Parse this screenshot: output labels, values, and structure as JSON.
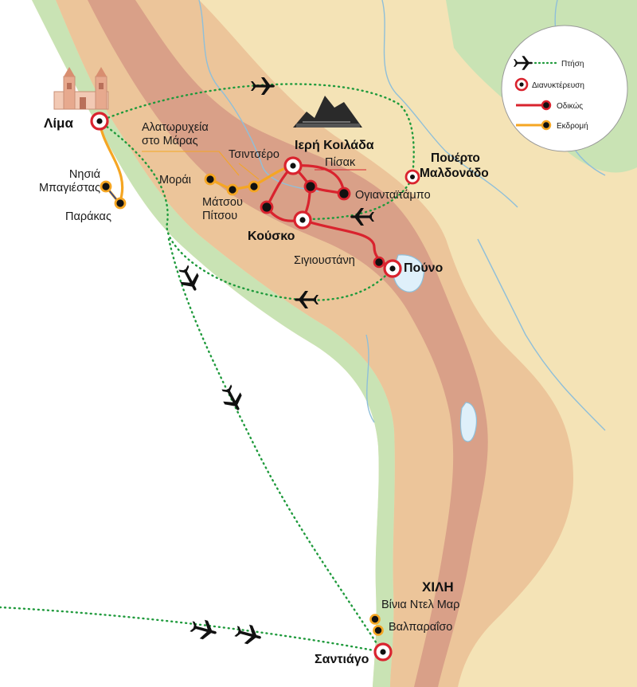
{
  "colors": {
    "ocean": "#ffffff",
    "coast": "#c9e3b4",
    "lowland": "#f4e3b6",
    "highland": "#ecc59a",
    "peak": "#d9a088",
    "river": "#8fbfd9",
    "flight": "#1f9a3c",
    "road": "#d9232e",
    "excursion": "#f5a623",
    "stop_ring": "#d9232e"
  },
  "legend": {
    "flight": "Πτήση",
    "overnight": "Διανυκτέρευση",
    "road": "Οδικώς",
    "excursion": "Εκδρομή"
  },
  "places": {
    "lima": "Λίμα",
    "islands_line1": "Νησιά",
    "islands_line2": "Μπαγιέστας",
    "paracas": "Παράκας",
    "salt_line1": "Αλατωρυχεία",
    "salt_line2": "στο Μάρας",
    "chinchero": "Τσιντσέρο",
    "moray": "Μοράι",
    "machu_line1": "Μάτσου",
    "machu_line2": "Πίτσου",
    "sacred_valley": "Ιερή Κοιλάδα",
    "pisac": "Πίσακ",
    "ollantaytambo": "Ογιανταϊτάμπο",
    "maldonado_line1": "Πουέρτο",
    "maldonado_line2": "Μαλδονάδο",
    "cusco": "Κούσκο",
    "sillustani": "Σιγιουστάνη",
    "puno": "Πούνο",
    "chile": "ΧΙΛΗ",
    "vina": "Βίνια Ντελ Μαρ",
    "valparaiso": "Βαλπαραΐσο",
    "santiago": "Σαντιάγο"
  },
  "icons": {
    "plane": "airplane-icon",
    "overnight": "overnight-stop-icon",
    "road": "road-stop-icon",
    "excursion": "excursion-stop-icon",
    "landmark_church": "cathedral-icon",
    "landmark_ruins": "machu-picchu-icon"
  }
}
